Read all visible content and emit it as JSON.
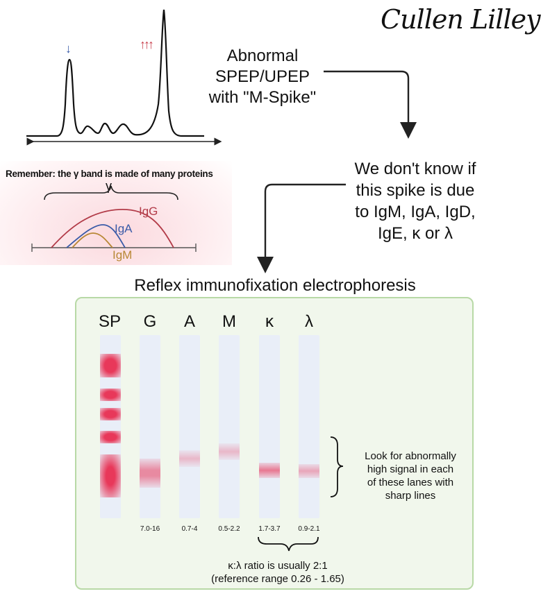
{
  "signature": "Cullen Lilley",
  "spep": {
    "title_lines": [
      "Abnormal",
      "SPEP/UPEP",
      "with \"M-Spike\""
    ],
    "down_arrow": "↓",
    "up_arrows": "↑↑↑"
  },
  "unknown": {
    "lines": [
      "We don't know if",
      "this spike is due",
      "to IgM, IgA, IgD,",
      "IgE, κ or λ"
    ]
  },
  "gamma": {
    "note": "Remember: the γ band is made of many proteins",
    "letter": "γ",
    "curves": [
      {
        "label": "IgG",
        "color": "#b23b48"
      },
      {
        "label": "IgA",
        "color": "#3a5ba8"
      },
      {
        "label": "IgM",
        "color": "#b88735"
      }
    ]
  },
  "ife": {
    "title": "Reflex immunofixation electrophoresis",
    "lanes": [
      {
        "label": "SP",
        "range": ""
      },
      {
        "label": "G",
        "range": "7.0-16"
      },
      {
        "label": "A",
        "range": "0.7-4"
      },
      {
        "label": "M",
        "range": "0.5-2.2"
      },
      {
        "label": "κ",
        "range": "1.7-3.7"
      },
      {
        "label": "λ",
        "range": "0.9-2.1"
      }
    ],
    "look_note_lines": [
      "Look for abnormally",
      "high signal in each",
      "of these lanes with",
      "sharp lines"
    ],
    "ratio_lines": [
      "κ:λ ratio is usually 2:1",
      "(reference range 0.26 - 1.65)"
    ]
  },
  "colors": {
    "band": "#e8385a",
    "lane": "#e9eef8",
    "panel_bg": "#f1f7ec",
    "panel_border": "#b8d9a6"
  }
}
